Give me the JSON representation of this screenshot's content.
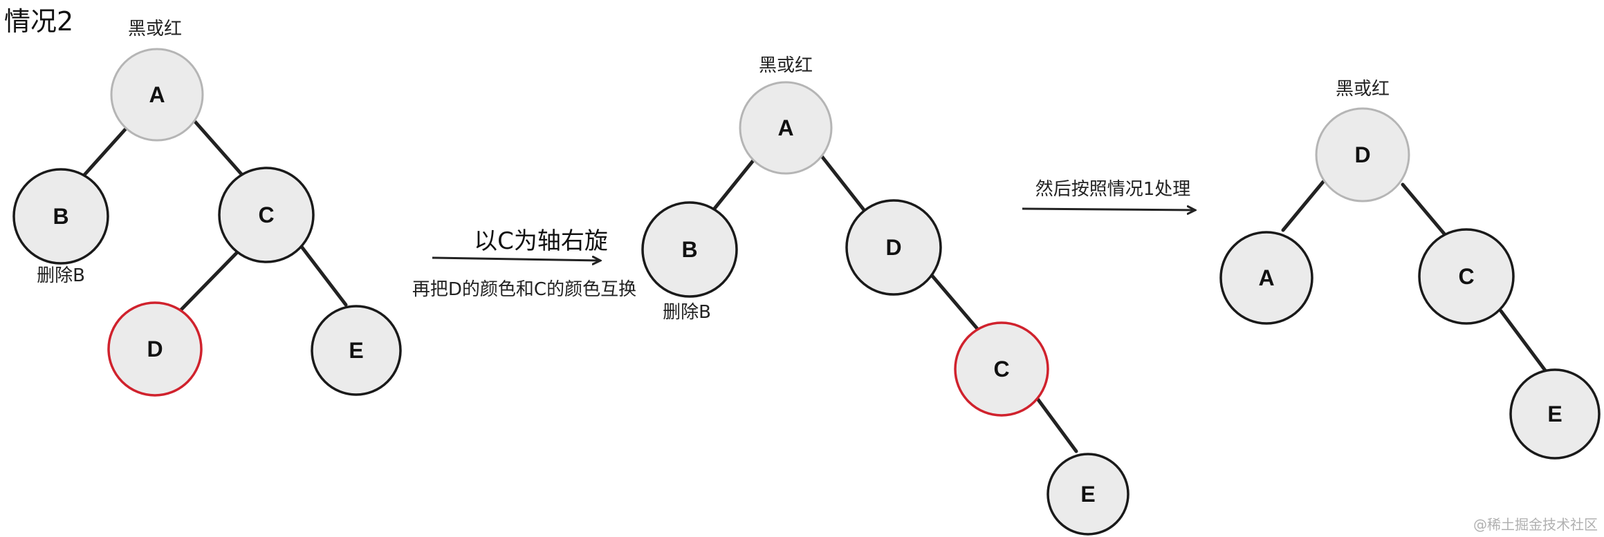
{
  "title": "情况2",
  "colors": {
    "black_node_stroke": "#1a1a1a",
    "red_node_stroke": "#d0222d",
    "unknown_node_stroke": "#b5b5b5",
    "node_fill": "#ebebeb",
    "edge": "#222222"
  },
  "trees": [
    {
      "id": "tree1",
      "root_note": "黑或红",
      "delete_note": "删除B",
      "nodes": [
        {
          "id": "A",
          "label": "A",
          "color": "unknown"
        },
        {
          "id": "B",
          "label": "B",
          "color": "black"
        },
        {
          "id": "C",
          "label": "C",
          "color": "black"
        },
        {
          "id": "D",
          "label": "D",
          "color": "red"
        },
        {
          "id": "E",
          "label": "E",
          "color": "black"
        }
      ],
      "edges": [
        [
          "A",
          "B"
        ],
        [
          "A",
          "C"
        ],
        [
          "C",
          "D"
        ],
        [
          "C",
          "E"
        ]
      ]
    },
    {
      "id": "tree2",
      "root_note": "黑或红",
      "delete_note": "删除B",
      "nodes": [
        {
          "id": "A",
          "label": "A",
          "color": "unknown"
        },
        {
          "id": "B",
          "label": "B",
          "color": "black"
        },
        {
          "id": "D",
          "label": "D",
          "color": "black"
        },
        {
          "id": "C",
          "label": "C",
          "color": "red"
        },
        {
          "id": "E",
          "label": "E",
          "color": "black"
        }
      ],
      "edges": [
        [
          "A",
          "B"
        ],
        [
          "A",
          "D"
        ],
        [
          "D",
          "C"
        ],
        [
          "C",
          "E"
        ]
      ]
    },
    {
      "id": "tree3",
      "root_note": "黑或红",
      "nodes": [
        {
          "id": "D",
          "label": "D",
          "color": "unknown"
        },
        {
          "id": "A",
          "label": "A",
          "color": "black"
        },
        {
          "id": "C",
          "label": "C",
          "color": "black"
        },
        {
          "id": "E",
          "label": "E",
          "color": "black"
        }
      ],
      "edges": [
        [
          "D",
          "A"
        ],
        [
          "D",
          "C"
        ],
        [
          "C",
          "E"
        ]
      ]
    }
  ],
  "transitions": [
    {
      "id": "t1",
      "primary": "以C为轴右旋",
      "secondary": "再把D的颜色和C的颜色互换"
    },
    {
      "id": "t2",
      "primary": "然后按照情况1处理"
    }
  ],
  "watermark": "@稀土掘金技术社区"
}
